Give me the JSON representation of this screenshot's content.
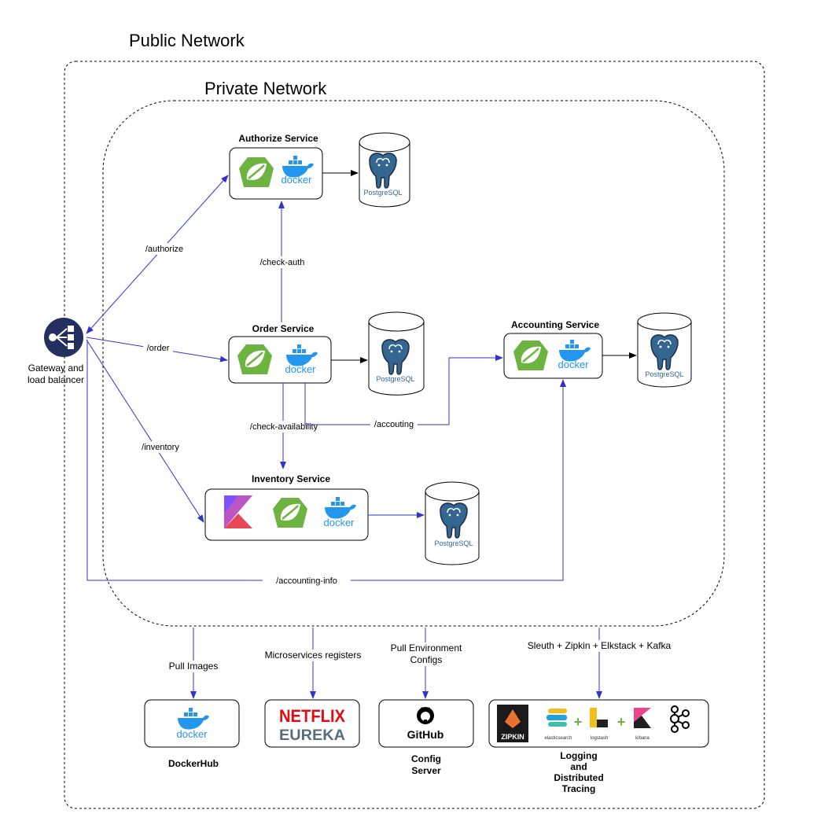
{
  "zones": {
    "public": "Public Network",
    "private": "Private Network"
  },
  "gateway": {
    "label_line1": "Gateway and",
    "label_line2": "load balancer",
    "icon": "load-balancer-icon"
  },
  "services": {
    "authorize": {
      "title": "Authorize Service",
      "docker_text": "docker",
      "db_text": "PostgreSQL"
    },
    "order": {
      "title": "Order Service",
      "docker_text": "docker",
      "db_text": "PostgreSQL"
    },
    "accounting": {
      "title": "Accounting Service",
      "docker_text": "docker",
      "db_text": "PostgreSQL"
    },
    "inventory": {
      "title": "Inventory Service",
      "docker_text": "docker",
      "db_text": "PostgreSQL"
    }
  },
  "edges": {
    "authorize": "/authorize",
    "order": "/order",
    "inventory": "/inventory",
    "check_auth": "/check-auth",
    "check_availability": "/check-availability",
    "accounting": "/accouting",
    "accounting_info": "/accounting-info",
    "pull_images": "Pull Images",
    "registers": "Microservices registers",
    "pull_env_1": "Pull Environment",
    "pull_env_2": "Configs",
    "tracing": "Sleuth + Zipkin + Elkstack + Kafka"
  },
  "infra": {
    "dockerhub": {
      "logo_text": "docker",
      "caption": "DockerHub"
    },
    "eureka": {
      "logo_top": "NETFLIX",
      "logo_bottom": "EUREKA"
    },
    "github": {
      "logo_text": "GitHub",
      "caption_1": "Config",
      "caption_2": "Server"
    },
    "logging": {
      "zipkin": "ZIPKIN",
      "elasticsearch": "elasticsearch",
      "logstash": "logstash",
      "kibana": "kibana",
      "caption_1": "Logging",
      "caption_2": "and",
      "caption_3": "Distributed",
      "caption_4": "Tracing"
    }
  },
  "colors": {
    "arrow_blue": "#3333cc",
    "spring_green": "#6db33f",
    "docker_blue": "#2396ed",
    "postgres_blue": "#336791",
    "gateway_navy": "#232f5e",
    "netflix_red": "#e50914",
    "eureka_grey": "#5a6b7a"
  }
}
